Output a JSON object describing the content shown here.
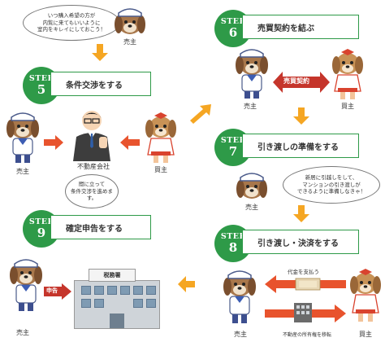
{
  "steps": [
    {
      "word": "STEP",
      "num": "5",
      "label": "条件交渉をする"
    },
    {
      "word": "STEP",
      "num": "6",
      "label": "売買契約を結ぶ"
    },
    {
      "word": "STEP",
      "num": "7",
      "label": "引き渡しの準備をする"
    },
    {
      "word": "STEP",
      "num": "8",
      "label": "引き渡し・決済をする"
    },
    {
      "word": "STEP",
      "num": "9",
      "label": "確定申告をする"
    }
  ],
  "bubbles": {
    "seller_top": "いつ購入希望の方が\n内覧に来てもいいように\n室内をキレイにしておこう！",
    "agent": "間に立って\n条件交渉を進めます。",
    "step7": "新居に引越しをして、\nマンションの引き渡しが\nできるように準備しなきゃ！"
  },
  "roles": {
    "seller": "売主",
    "buyer": "買主",
    "agent": "不動産会社"
  },
  "badges": {
    "contract": "売買契約",
    "tax_report": "申告",
    "tax_office": "税務署"
  },
  "step8_notes": {
    "payment": "代金を支払う",
    "transfer": "不動産の所有権を移転"
  },
  "colors": {
    "green": "#2e9a48",
    "orange_arrow": "#f5a623",
    "red_arrow": "#e8532d",
    "red_badge": "#c5352b"
  }
}
